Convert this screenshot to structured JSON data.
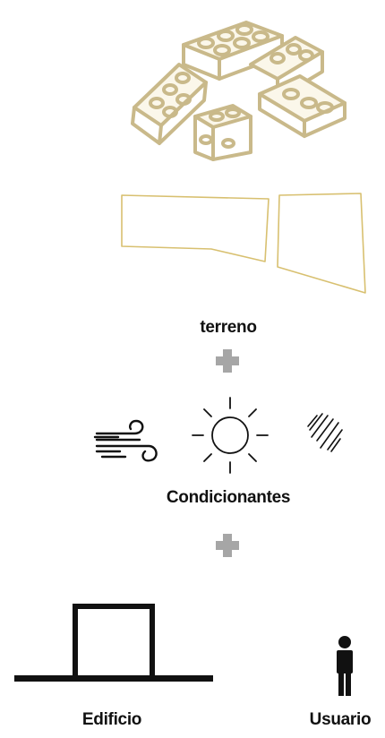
{
  "labels": {
    "terrain": "terreno",
    "conditions": "Condicionantes",
    "building": "Edificio",
    "user": "Usuario"
  },
  "icons": {
    "blocks": "lego-bricks-icon",
    "terrain_plot": "terrain-plot-icon",
    "plus": "plus-icon",
    "wind": "wind-icon",
    "sun": "sun-icon",
    "rain": "rain-icon",
    "building": "building-icon",
    "person": "person-icon"
  },
  "colors": {
    "brick": "#c9b98a",
    "plot_line": "#d8c070",
    "plus": "#a6a6a6",
    "ink": "#111111"
  }
}
